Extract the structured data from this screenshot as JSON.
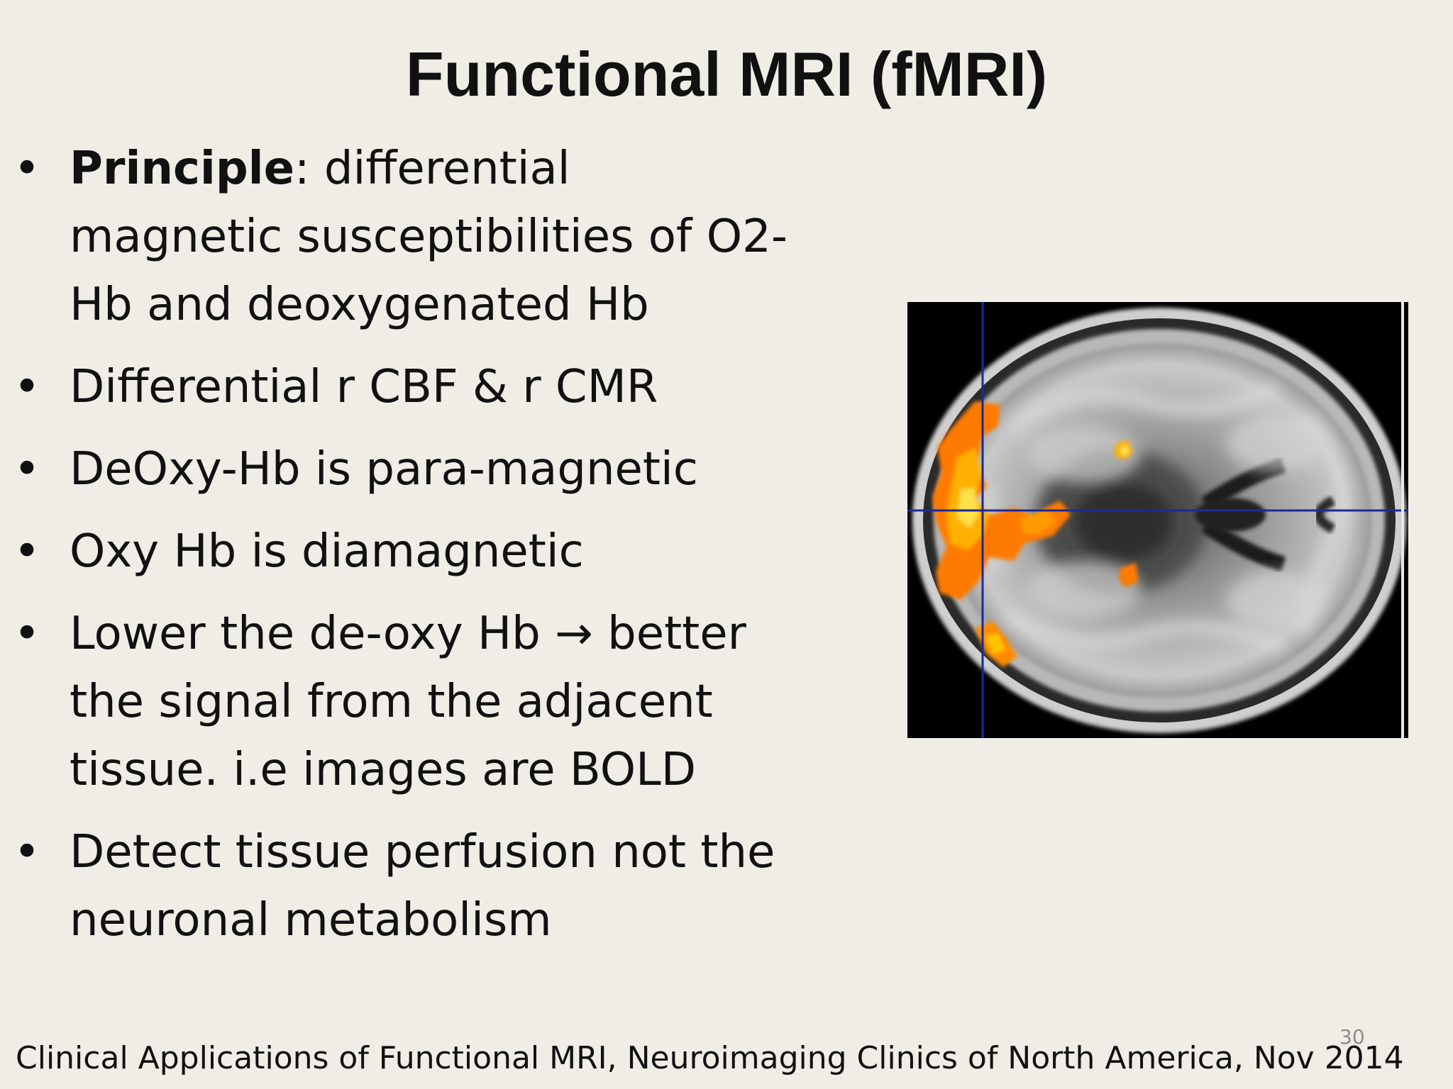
{
  "slide": {
    "title": "Functional MRI (fMRI)",
    "bullets": [
      {
        "bold": "Principle",
        "text": ":  differential magnetic susceptibilities of O2-Hb and deoxygenated Hb"
      },
      {
        "text": "Differential r CBF & r CMR"
      },
      {
        "text": "DeOxy-Hb is para-magnetic"
      },
      {
        "text": "Oxy Hb is diamagnetic"
      },
      {
        "text": "Lower the de-oxy Hb → better the signal from the adjacent tissue. i.e images are BOLD"
      },
      {
        "text": "Detect tissue perfusion not the neuronal metabolism"
      }
    ],
    "citation": "Clinical Applications of Functional MRI, Neuroimaging Clinics of North America, Nov 2014",
    "page_number": "30",
    "bullet_glyph": "•"
  },
  "image": {
    "icon": "brain-mri-icon",
    "background_color": "#000000",
    "crosshair_color": "#1a2a9c",
    "activation_colors": [
      "#ff7a00",
      "#ff9a00",
      "#ffd000"
    ]
  }
}
